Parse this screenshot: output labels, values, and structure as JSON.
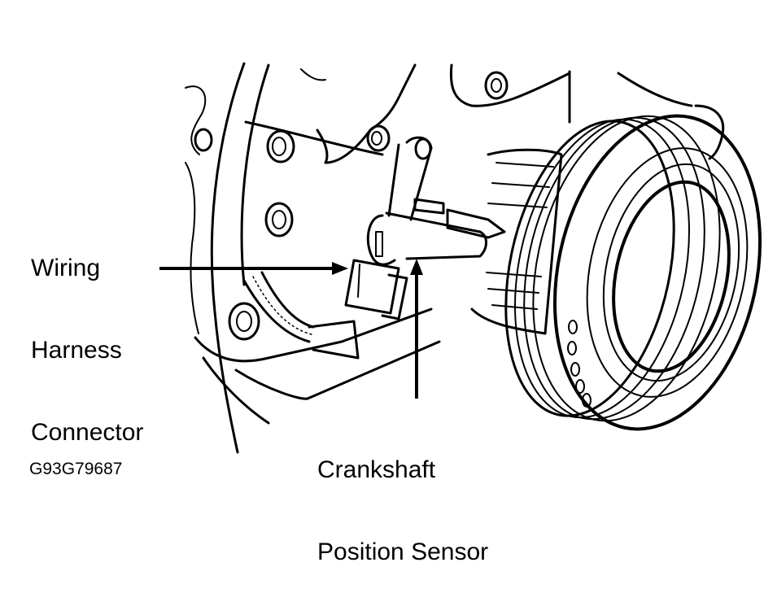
{
  "figure": {
    "title": "Crankshaft Position Sensor location diagram",
    "figure_code": "G93G79687",
    "colors": {
      "ink": "#000000",
      "background": "#ffffff"
    }
  },
  "callouts": [
    {
      "id": "wiring-harness-connector",
      "lines": [
        "Wiring",
        "Harness",
        "Connector"
      ],
      "pointer": "arrow-right"
    },
    {
      "id": "crankshaft-position-sensor",
      "lines": [
        "Crankshaft",
        "Position Sensor"
      ],
      "pointer": "arrow-up"
    }
  ],
  "components": [
    "engine-block",
    "bolts",
    "sensor-bracket",
    "wiring-harness-conduit",
    "wiring-harness-connector",
    "crankshaft-position-sensor",
    "timing-reluctor-wheel",
    "crankshaft-pulley"
  ]
}
